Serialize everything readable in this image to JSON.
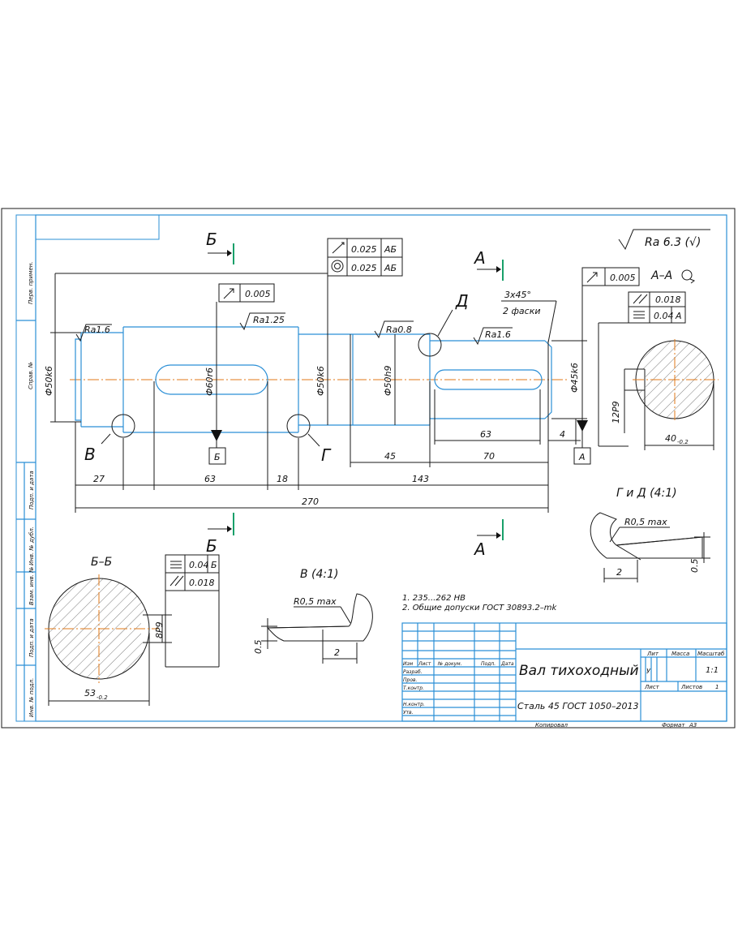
{
  "colors": {
    "outline": "#1a1a1a",
    "part": "#2b8fd6",
    "centerline": "#e07a1a",
    "section_mark": "#18a06a"
  },
  "roughness": {
    "general": "Ra 6.3 (√)",
    "r16_left": "Ra1.6",
    "r125": "Ra1.25",
    "r08": "Ra0.8",
    "r16_right": "Ra1.6"
  },
  "tolerances": {
    "runout_top": "0.025",
    "conc_top": "0.025",
    "base_ab": "АБ",
    "mid": "0.005",
    "right": "0.005",
    "aa_perp": "0.018",
    "aa_sym": "0.04",
    "aa_base": "А",
    "bb_sym": "0.04",
    "bb_base": "Б",
    "bb_perp": "0.018"
  },
  "diameters": {
    "d1": "Ф50k6",
    "d2": "Ф60r6",
    "d3": "Ф50k6",
    "d4": "Ф50h9",
    "d5": "Ф45k6"
  },
  "dimensions": {
    "d27": "27",
    "d63a": "63",
    "d18": "18",
    "d45": "45",
    "d70": "70",
    "d143": "143",
    "d270": "270",
    "d63b": "63",
    "d4": "4",
    "d40": "40",
    "d40_sub": "-0.2",
    "d12p9": "12P9",
    "d53": "53",
    "d53_sub": "-0.2",
    "d8p9": "8P9",
    "r05": "R0,5 max",
    "r05b": "R0,5 max",
    "two": "2",
    "two_b": "2",
    "half": "0.5",
    "half_b": "0.5"
  },
  "chamfer": {
    "line1": "3х45°",
    "line2": "2 фаски"
  },
  "labels": {
    "B_cyr": "Б",
    "A_cyr": "А",
    "D_cyr": "Д",
    "V_cyr": "В",
    "G_cyr": "Г",
    "base_B": "Б",
    "base_A": "А",
    "section_aa": "А–А",
    "section_bb": "Б–Б",
    "detail_gd": "Г и Д (4:1)",
    "detail_v": "В (4:1)"
  },
  "notes": {
    "n1": "1. 235...262 HB",
    "n2": "2. Общие допуски ГОСТ 30893.2–mk"
  },
  "stamp": {
    "title": "Вал тихоходный",
    "material": "Сталь 45 ГОСТ 1050–2013",
    "col_izm": "Изм",
    "col_list": "Лист",
    "col_ndoc": "№ докум.",
    "col_podp": "Подп.",
    "col_data": "Дата",
    "row_razrab": "Разраб.",
    "row_prov": "Пров.",
    "row_tkontr": "Т.контр.",
    "row_nkontr": "Н.контр.",
    "row_utv": "Утв.",
    "lit": "Лит",
    "massa": "Масса",
    "masshtab": "Масштаб",
    "lit_val": "У",
    "scale_val": "1:1",
    "list": "Лист",
    "listov": "Листов",
    "listov_val": "1",
    "kopiroval": "Копировал",
    "format": "Формат",
    "format_val": "А3"
  },
  "side_labels": {
    "s1": "Перв. примен.",
    "s2": "Справ. №",
    "s3": "Подп. и дата",
    "s4": "Инв. № дубл.",
    "s5": "Взам. инв. №",
    "s6": "Подп. и дата",
    "s7": "Инв. № подл."
  }
}
